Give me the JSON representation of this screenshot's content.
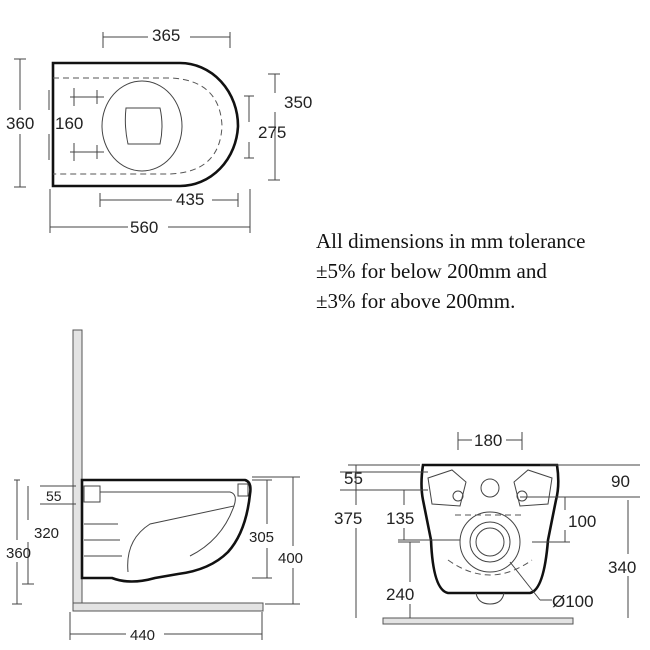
{
  "top_view": {
    "dims": {
      "width_365": "365",
      "depth_350": "350",
      "height_360": "360",
      "inner_160": "160",
      "inner_275": "275",
      "length_435": "435",
      "length_560": "560"
    }
  },
  "note": {
    "line1": "All dimensions in mm tolerance",
    "line2": "±5% for below 200mm and",
    "line3": "±3% for above 200mm."
  },
  "side_view": {
    "dims": {
      "d55": "55",
      "d320": "320",
      "d360": "360",
      "d305": "305",
      "d400": "400",
      "d440": "440"
    }
  },
  "rear_view": {
    "dims": {
      "d180": "180",
      "d55": "55",
      "d90": "90",
      "d375": "375",
      "d135": "135",
      "d100": "100",
      "d340": "340",
      "d240": "240",
      "d_outlet": "Ø100"
    }
  }
}
